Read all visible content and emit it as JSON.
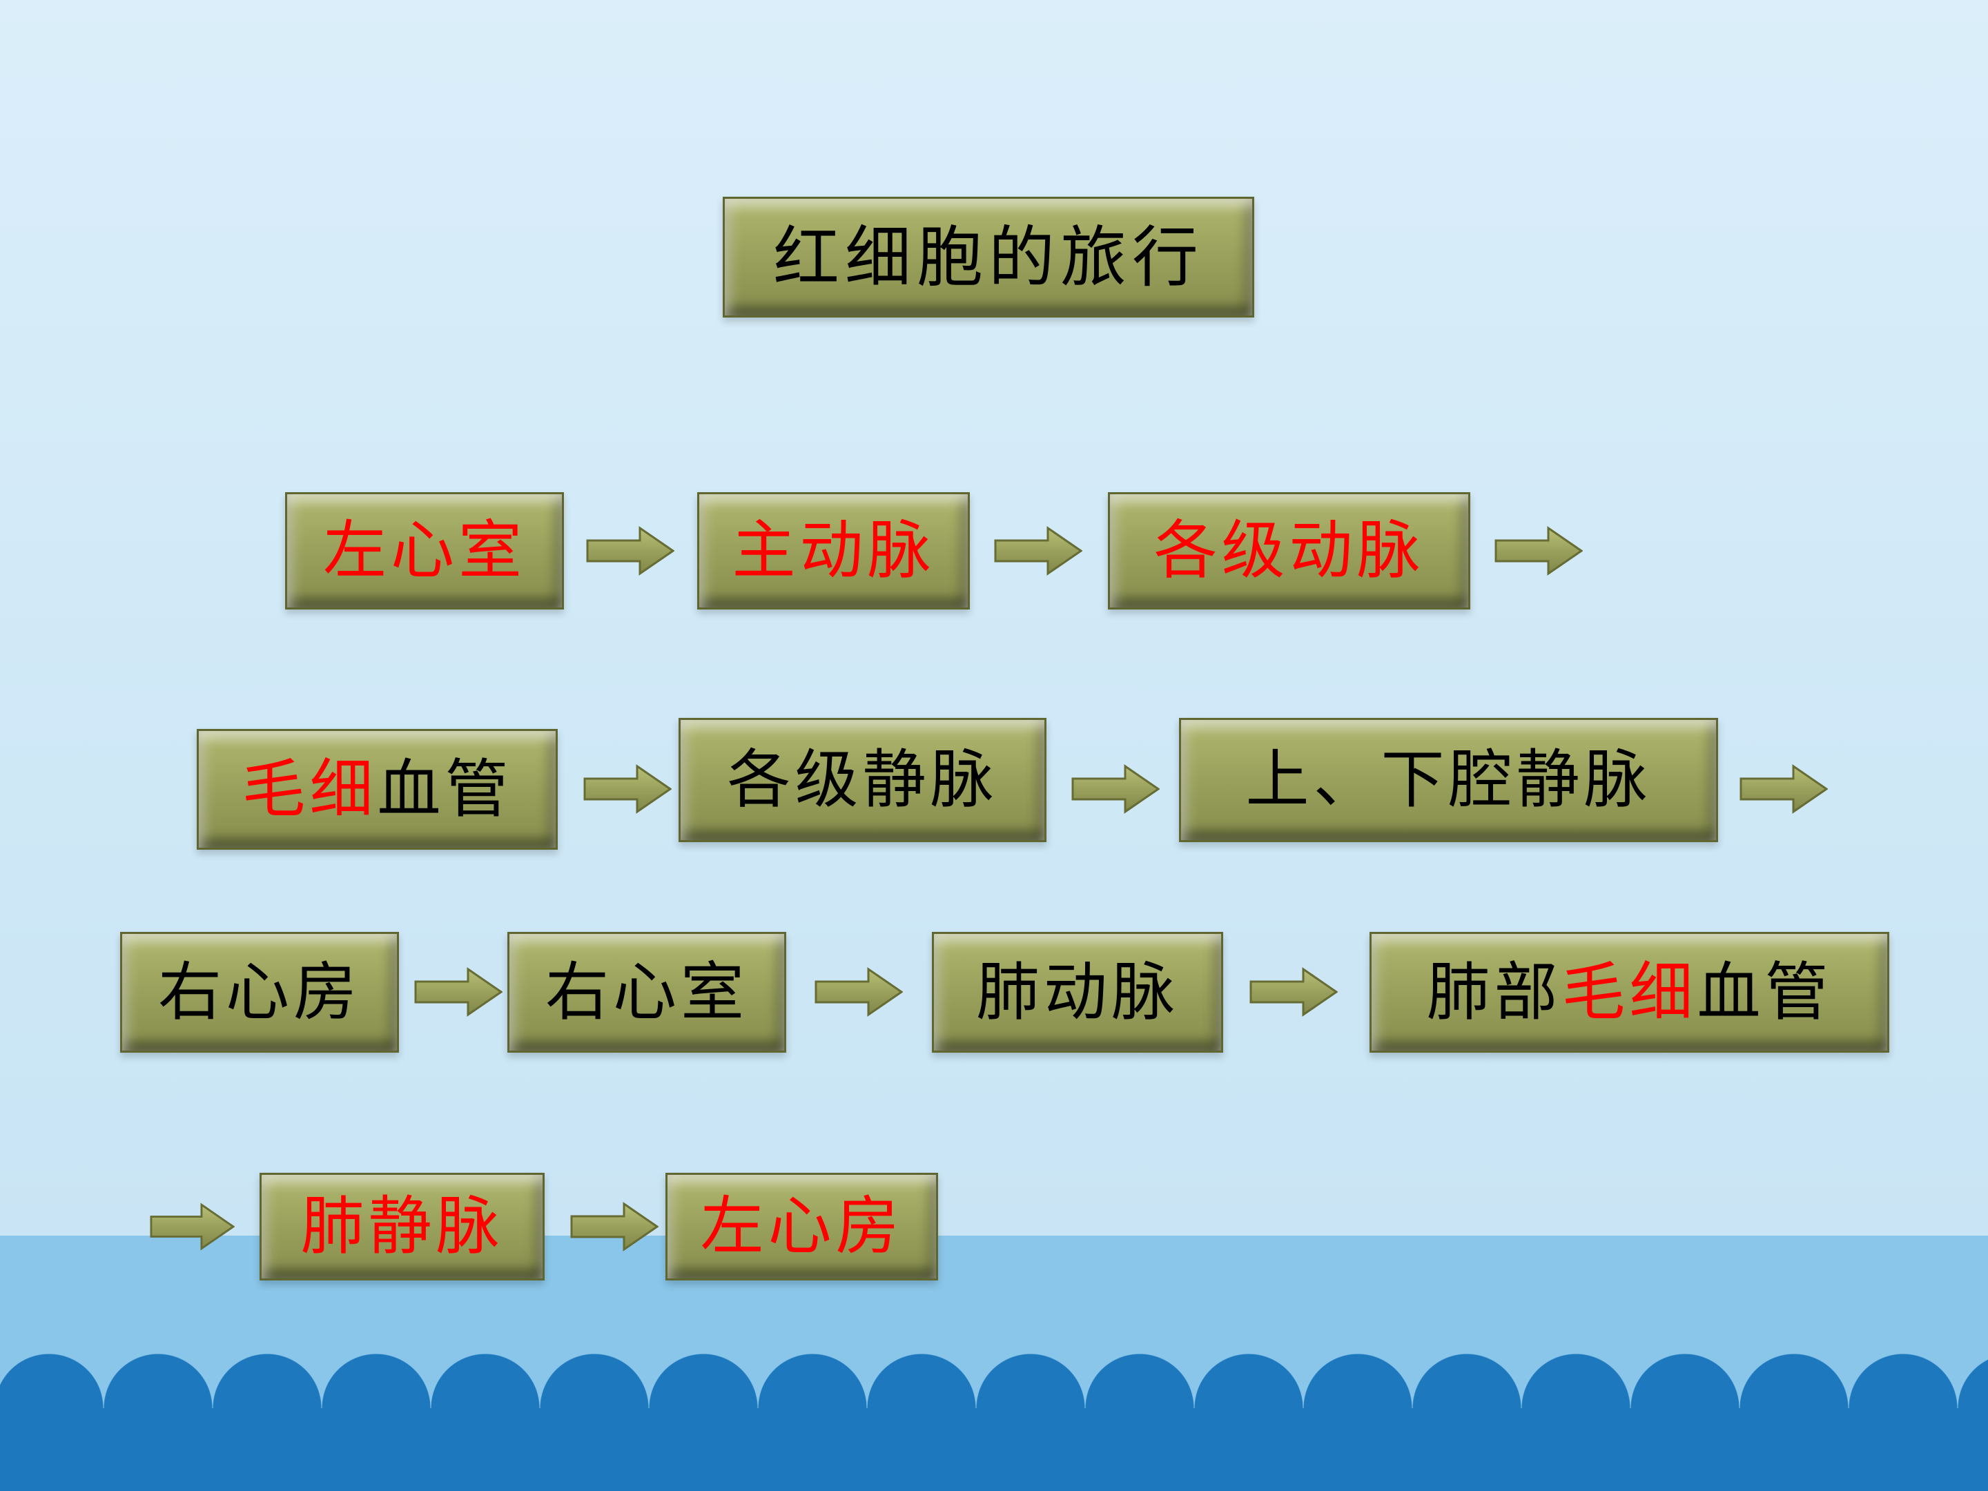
{
  "slide": {
    "title": "红细胞的旅行"
  },
  "flow": {
    "row1": {
      "left_ventricle": "左心室",
      "aorta": "主动脉",
      "arteries": "各级动脉"
    },
    "row2": {
      "capillaries_red": "毛细",
      "capillaries_black": "血管",
      "veins": "各级静脉",
      "vena_cava": "上、下腔静脉"
    },
    "row3": {
      "right_atrium": "右心房",
      "right_ventricle": "右心室",
      "pulmonary_artery": "肺动脉",
      "pulm_cap_black1": "肺部",
      "pulm_cap_red": "毛细",
      "pulm_cap_black2": "血管"
    },
    "row4": {
      "pulmonary_vein": "肺静脉",
      "left_atrium": "左心房"
    }
  },
  "colors": {
    "background": "#cde7f6",
    "band": "#8ac6e9",
    "wave_dark": "#1e78be",
    "box_fill": "#9aa15c",
    "box_border": "#60662f",
    "text_red": "#ff0000",
    "text_black": "#000000"
  }
}
